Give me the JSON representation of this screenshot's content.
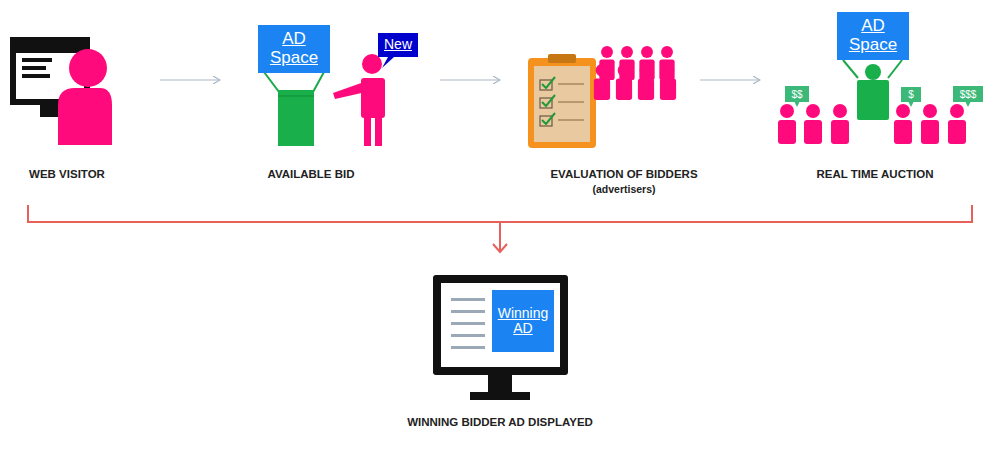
{
  "diagram": {
    "nodes": [
      {
        "text": [
          "AD Space"
        ]
      },
      {
        "text": [
          "New"
        ]
      },
      {
        "text": [
          "AD Space"
        ]
      },
      {
        "text": [
          "$$"
        ]
      },
      {
        "text": [
          "$"
        ]
      },
      {
        "text": [
          "$$$"
        ]
      },
      {
        "text": [
          "Winning AD"
        ]
      }
    ],
    "labels": [
      "WEB VISITOR",
      "AVAILABLE BID",
      "EVALUATION OF BIDDERS",
      "(advertisers)",
      "REAL TIME AUCTION",
      "WINNING BIDDER AD DISPLAYED"
    ]
  }
}
